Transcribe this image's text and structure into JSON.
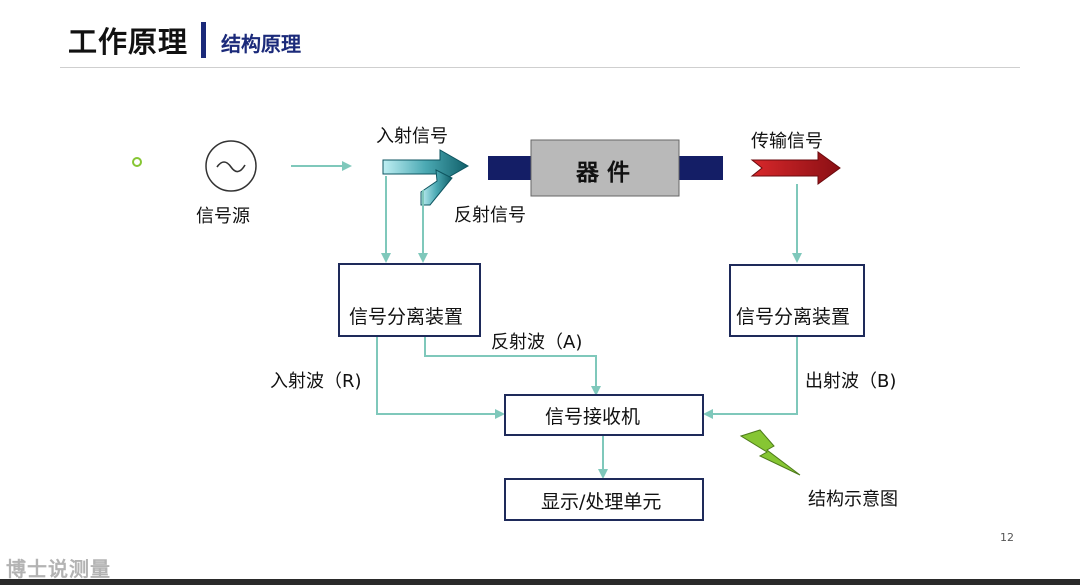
{
  "header": {
    "title": "工作原理",
    "subtitle": "结构原理"
  },
  "labels": {
    "signal_source": "信号源",
    "incident_signal": "入射信号",
    "device": "器 件",
    "transmitted_signal": "传输信号",
    "reflected_signal": "反射信号",
    "separator_left": "信号分离装置",
    "separator_right": "信号分离装置",
    "reflected_wave_a": "反射波（A)",
    "incident_wave_r": "入射波（R)",
    "outgoing_wave_b": "出射波（B)",
    "receiver": "信号接收机",
    "display_unit": "显示/处理单元",
    "caption": "结构示意图"
  },
  "page_number": "12",
  "watermark": "博士说测量",
  "colors": {
    "accent_blue": "#1b2a7a",
    "arrow_teal": "#7fc8bb",
    "device_gray": "#b9b9b9",
    "connector_navy": "#141e66",
    "transmit_red": "#b3161c",
    "lightning_green": "#86c633"
  }
}
